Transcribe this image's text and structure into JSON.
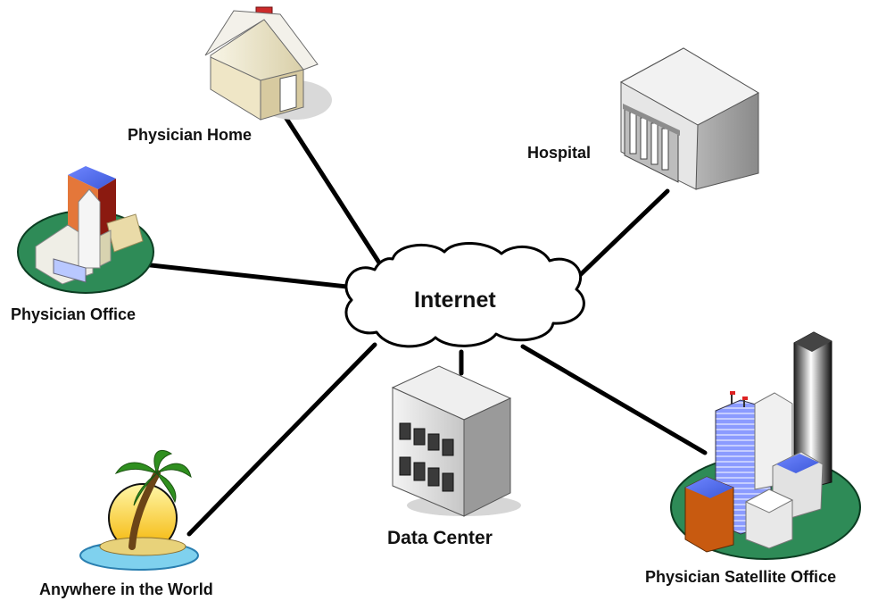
{
  "diagram": {
    "hub": {
      "label": "Internet"
    },
    "nodes": [
      {
        "id": "physician-home",
        "label": "Physician Home",
        "icon": "house-icon"
      },
      {
        "id": "hospital",
        "label": "Hospital",
        "icon": "hospital-building-icon"
      },
      {
        "id": "physician-office",
        "label": "Physician Office",
        "icon": "office-campus-icon"
      },
      {
        "id": "data-center",
        "label": "Data Center",
        "icon": "data-center-building-icon"
      },
      {
        "id": "physician-satellite-office",
        "label": "Physician Satellite Office",
        "icon": "city-skyline-icon"
      },
      {
        "id": "anywhere-in-the-world",
        "label": "Anywhere in the World",
        "icon": "palm-island-icon"
      }
    ]
  }
}
